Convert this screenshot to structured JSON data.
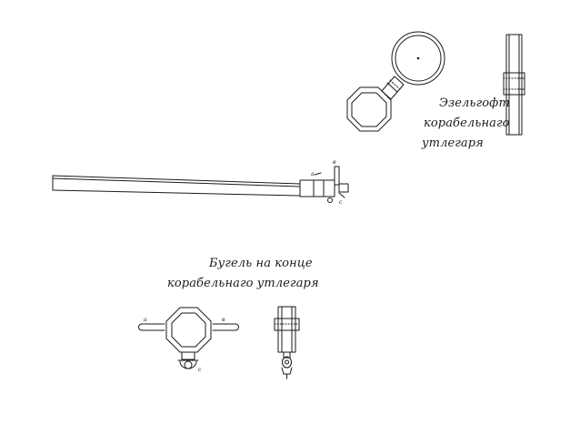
{
  "captions": {
    "eyebolt": [
      "Эзельгофт",
      "корабельнаго",
      "утлегаря"
    ],
    "band": [
      "Бугель на конце",
      "корабельнаго утлегаря"
    ]
  },
  "letters": {
    "a": "а",
    "b": "в",
    "c": "с"
  },
  "colors": {
    "ink": "#1a1a1a",
    "paper": "#ffffff"
  }
}
